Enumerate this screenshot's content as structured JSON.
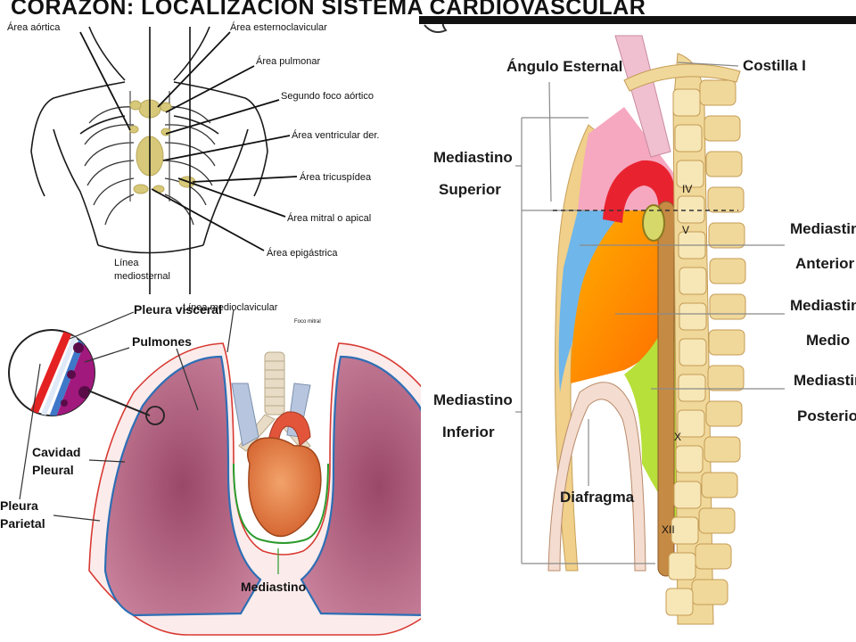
{
  "title": "CORAZÓN: LOCALIZACIÓN SISTEMA CARDIOVASCULAR",
  "auscultation": {
    "labels": {
      "aortic": "Área aórtica",
      "sternoclavicular": "Área esternoclavicular",
      "pulmonary": "Área pulmonar",
      "second_aortic": "Segundo foco aórtico",
      "right_ventricular": "Área ventricular der.",
      "tricuspid": "Área tricuspídea",
      "mitral": "Área mitral o apical",
      "epigastric": "Área epigástrica",
      "midsternal_1": "Línea",
      "midsternal_2": "mediosternal",
      "midclavicular": "Línea medioclavicular",
      "faint_text": "Foco mitral"
    }
  },
  "lungs": {
    "labels": {
      "visceral_pleura": "Pleura visceral",
      "lungs": "Pulmones",
      "pleural_cavity_1": "Cavidad",
      "pleural_cavity_2": "Pleural",
      "parietal_pleura_1": "Pleura",
      "parietal_pleura_2": "Parietal",
      "mediastinum": "Mediastino"
    }
  },
  "mediastinum": {
    "labels": {
      "sternal_angle": "Ángulo Esternal",
      "first_rib": "Costilla I",
      "superior_1": "Mediastino",
      "superior_2": "Superior",
      "anterior_1": "Mediastino",
      "anterior_2": "Anterior",
      "middle_1": "Mediastino",
      "middle_2": "Medio",
      "posterior_1": "Mediastino",
      "posterior_2": "Posterior",
      "inferior_1": "Mediastino",
      "inferior_2": "Inferior",
      "diaphragm": "Diafragma",
      "vert_iv": "IV",
      "vert_v": "V",
      "vert_x": "X",
      "vert_xii": "XII"
    }
  }
}
